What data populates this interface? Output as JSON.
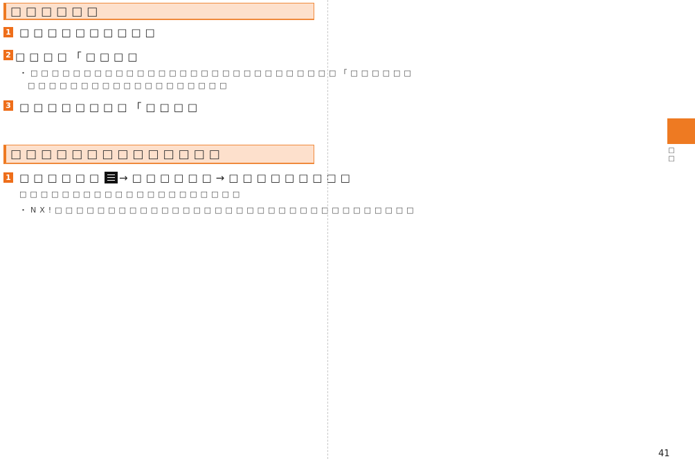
{
  "section1": {
    "title": "□□□□□□",
    "steps": [
      {
        "num": "1",
        "text": "□□□□□□□□□□"
      },
      {
        "num": "2",
        "text": "□□□□「□□□□"
      },
      {
        "num": "3",
        "text": "□□□□□□□□「□□□□"
      }
    ],
    "bullet_line1": "・□□□□□□□□□□□□□□□□□□□□□□□□□□□□□「□□□□□□",
    "bullet_line2": "□□□□□□□□□□□□□□□□□□□"
  },
  "section2": {
    "title": "□□□□□□□□□□□□□□",
    "step": {
      "num": "1",
      "text_before": "□□□□□□",
      "arrow1": "→",
      "text_middle": "□□□□□□",
      "arrow2": "→",
      "text_after": "□□□□□□□□□"
    },
    "note": "□□□□□□□□□□□□□□□□□□□□□",
    "bullet": "・NX!□□□□□□□□□□□□□□□□□□□□□□□□□□□□□□□□□□"
  },
  "side_label": "□\n□",
  "page_number": "41"
}
